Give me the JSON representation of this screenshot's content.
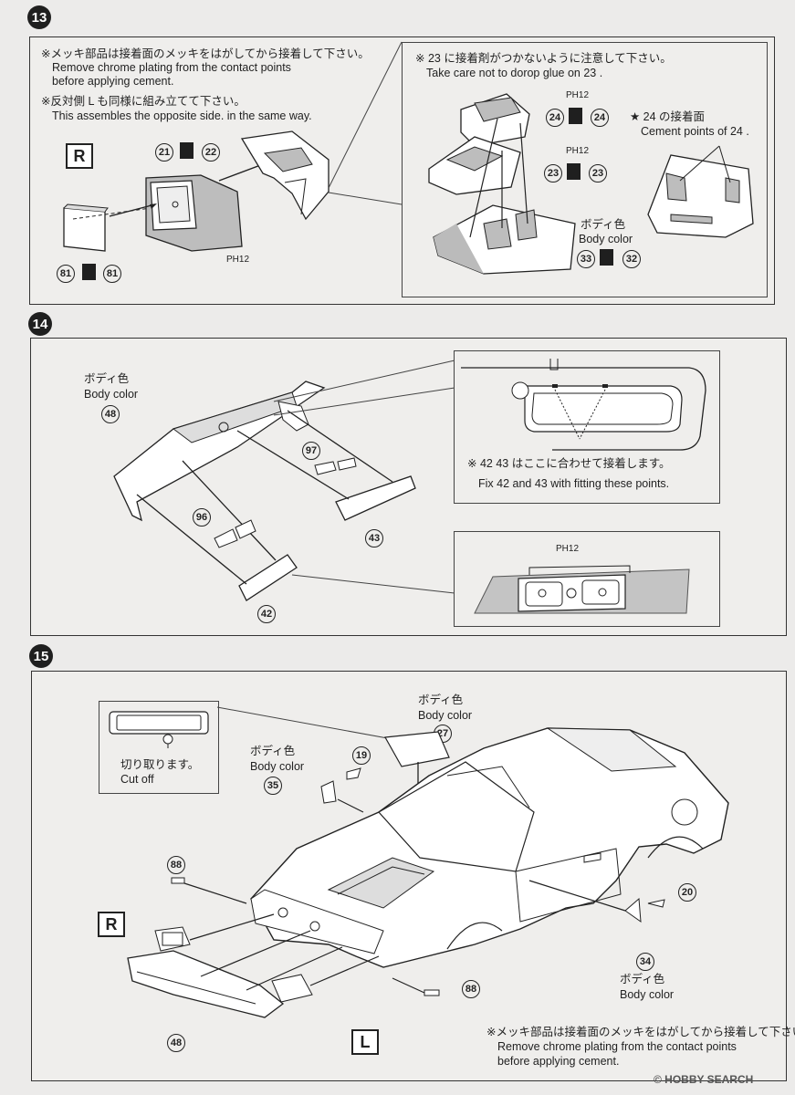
{
  "steps": {
    "s13": "13",
    "s14": "14",
    "s15": "15"
  },
  "step13": {
    "note1_jp": "※メッキ部品は接着面のメッキをはがしてから接着して下さい。",
    "note1_en_1": "Remove chrome plating from the contact points",
    "note1_en_2": "before applying cement.",
    "note2_jp": "※反対側 L も同様に組み立てて下さい。",
    "note2_en": "This assembles the opposite side. in the same way.",
    "side_R": "R",
    "p21": "21",
    "p22": "22",
    "p81a": "81",
    "p81b": "81",
    "ph12": "PH12",
    "inset_jp": "※ 23 に接着剤がつかないように注意して下さい。",
    "inset_en": "Take care not to dorop glue on 23 .",
    "p24a": "24",
    "p24b": "24",
    "p23a": "23",
    "p23b": "23",
    "p33": "33",
    "p32": "32",
    "star_jp": "★ 24 の接着面",
    "star_en": "Cement points of 24 .",
    "body_jp": "ボディ色",
    "body_en": "Body color"
  },
  "step14": {
    "body_jp": "ボディ色",
    "body_en": "Body color",
    "p48": "48",
    "p97": "97",
    "p96": "96",
    "p43": "43",
    "p42": "42",
    "fix_jp": "※ 42 43 はここに合わせて接着します。",
    "fix_en": "Fix 42 and 43 with fitting these points.",
    "ph12": "PH12"
  },
  "step15": {
    "body_jp_27": "ボディ色",
    "body_en_27": "Body color",
    "p27": "27",
    "cut_jp": "切り取ります。",
    "cut_en": "Cut off",
    "p19": "19",
    "body_jp_35": "ボディ色",
    "body_en_35": "Body color",
    "p35": "35",
    "p88a": "88",
    "p88b": "88",
    "side_R": "R",
    "side_L": "L",
    "p48": "48",
    "p20": "20",
    "p34": "34",
    "body_jp_34": "ボディ色",
    "body_en_34": "Body color",
    "note_jp": "※メッキ部品は接着面のメッキをはがしてから接着して下さい。",
    "note_en_1": "Remove chrome plating from the contact points",
    "note_en_2": "before applying cement."
  },
  "watermark": "© HOBBY SEARCH",
  "colors": {
    "ink": "#222222",
    "paper": "#ecebea",
    "shade": "#bdbdbd"
  }
}
